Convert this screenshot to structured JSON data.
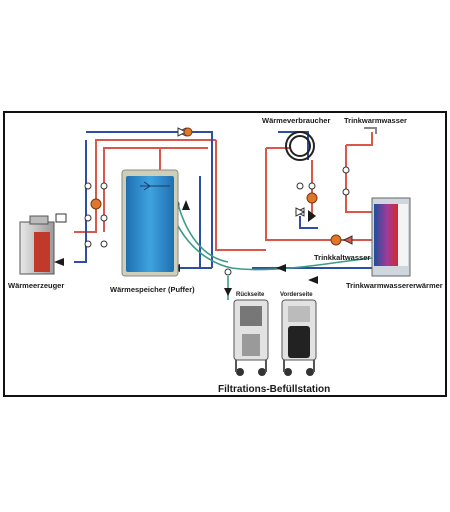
{
  "labels": {
    "heat_consumer": "Wärmeverbraucher",
    "hot_water": "Trinkwarmwasser",
    "cold_water": "Trinkkaltwasser",
    "heat_generator": "Wärmeerzeuger",
    "buffer": "Wärmespeicher (Puffer)",
    "water_heater": "Trinkwarmwassererwärmer",
    "back_side": "Rückseite",
    "front_side": "Vorderseite",
    "station": "Filtrations-Befüllstation"
  },
  "colors": {
    "supply": "#d9584a",
    "return": "#2c4fa3",
    "fill_line": "#3a9c88",
    "tank": "#2f8fd0",
    "boiler": "#c0392b",
    "pump": "#e0762a"
  }
}
